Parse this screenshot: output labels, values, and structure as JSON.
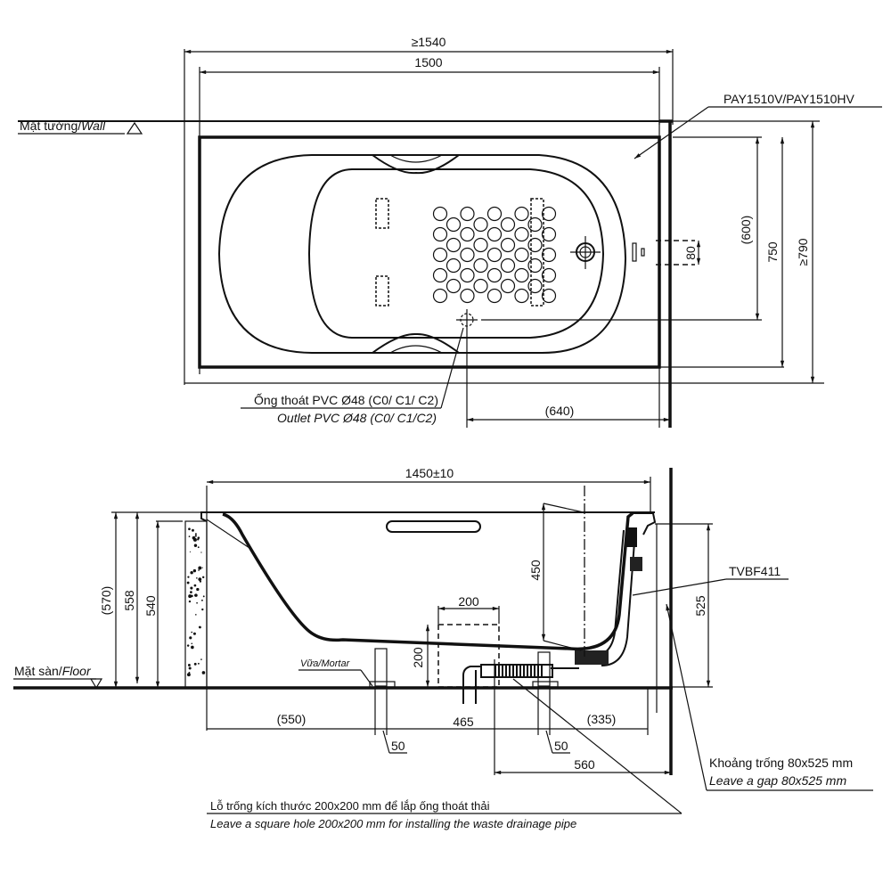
{
  "diagram": {
    "title": "Bathtub installation drawing",
    "model": "PAY1510V/PAY1510HV",
    "fitting": "TVBF411",
    "top_view": {
      "wall_label_vi": "Mặt tường/",
      "wall_label_en": "Wall",
      "dim_overall_length": "≥1540",
      "dim_length": "1500",
      "dim_inner_width": "(600)",
      "dim_width": "750",
      "dim_overall_width": "≥790",
      "dim_gap": "80",
      "dim_outlet_offset": "(640)",
      "outlet_label_vi": "Ống thoát PVC Ø48 (C0/ C1/ C2)",
      "outlet_label_en": "Outlet PVC Ø48 (C0/ C1/C2)"
    },
    "side_view": {
      "floor_label_vi": "Mặt sàn/",
      "floor_label_en": "Floor",
      "mortar_label": "Vữa/Mortar",
      "dim_length": "1450±10",
      "dim_height_total": "(570)",
      "dim_height_rim": "558",
      "dim_height_wall": "540",
      "dim_overflow": "450",
      "dim_hole_width": "200",
      "dim_hole_height": "200",
      "dim_gap_height": "525",
      "dim_left": "(550)",
      "dim_foot_left": "50",
      "dim_middle": "465",
      "dim_foot_right": "50",
      "dim_right": "(335)",
      "dim_drain_offset": "560",
      "gap_note_vi": "Khoảng trống 80x525 mm",
      "gap_note_en": "Leave a gap 80x525 mm",
      "hole_note_vi": "Lỗ trống kích thước 200x200 mm để lắp ống thoát thải",
      "hole_note_en": "Leave a square hole  200x200 mm for installing the waste drainage pipe"
    }
  }
}
